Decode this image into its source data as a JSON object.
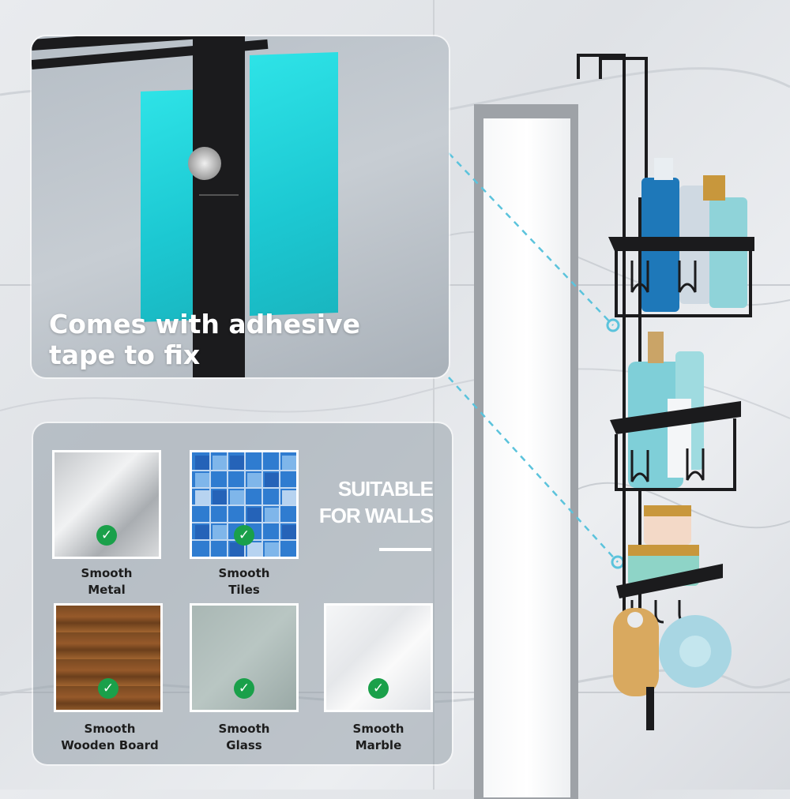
{
  "adhesive_caption": {
    "line1": "Comes with adhesive",
    "line2": "tape to fix"
  },
  "suitable_heading": {
    "line1": "SUITABLE",
    "line2": "FOR WALLS"
  },
  "surfaces": [
    {
      "line1": "Smooth",
      "line2": "Metal"
    },
    {
      "line1": "Smooth",
      "line2": "Tiles"
    },
    {
      "line1": "Smooth",
      "line2": "Wooden Board"
    },
    {
      "line1": "Smooth",
      "line2": "Glass"
    },
    {
      "line1": "Smooth",
      "line2": "Marble"
    }
  ],
  "check_glyph": "✓",
  "colors": {
    "adhesive_teal": "#1fd3db",
    "check_green": "#1aa04a",
    "rack_black": "#1b1b1d",
    "dashed_line": "#5bc3dc"
  }
}
